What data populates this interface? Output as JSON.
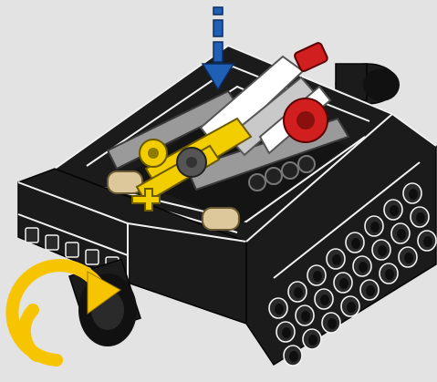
{
  "scene": {
    "background": "#e3e3e3",
    "colors": {
      "brick_black": "#1b1b1b",
      "brick_dark": "#2a2a2a",
      "edge_line": "#f2f2f2",
      "technic_gray": "#9a9a9a",
      "technic_light": "#c9c9c9",
      "yellow": "#f2cd00",
      "red": "#d11e1e",
      "white": "#ffffff",
      "tan": "#dcc89a",
      "arrow_blue": "#1f5fb5",
      "rotate_arrow_yellow": "#f6c400"
    },
    "icons": [
      "push-down-arrow",
      "rotation-arrow",
      "technic-beam",
      "gear",
      "axle-connector"
    ]
  }
}
